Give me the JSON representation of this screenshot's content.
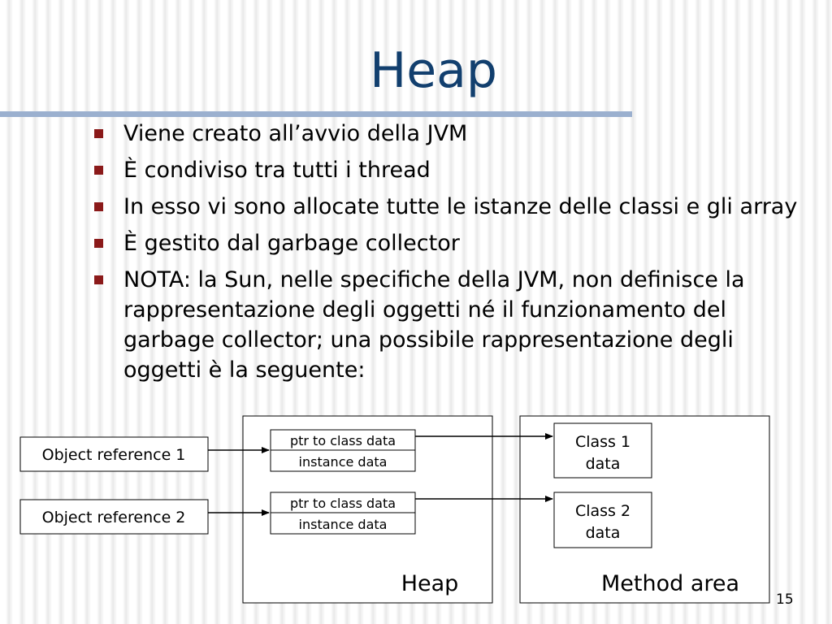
{
  "slide": {
    "title": "Heap",
    "page_number": "15"
  },
  "bullets": [
    "Viene creato all’avvio della JVM",
    "È condiviso tra tutti i thread",
    "In esso vi sono allocate tutte le istanze delle classi e gli array",
    "È gestito dal garbage collector",
    "NOTA: la Sun, nelle specifiche della JVM, non definisce la rappresentazione degli oggetti né il funzionamento del garbage collector; una possibile rappresentazione degli oggetti è la seguente:"
  ],
  "diagram": {
    "references": [
      "Object reference 1",
      "Object reference 2"
    ],
    "objects": [
      {
        "ptr_label": "ptr to class data",
        "instance_label": "instance data"
      },
      {
        "ptr_label": "ptr to class data",
        "instance_label": "instance data"
      }
    ],
    "classes": [
      {
        "line1": "Class 1",
        "line2": "data"
      },
      {
        "line1": "Class 2",
        "line2": "data"
      }
    ],
    "heap_label": "Heap",
    "method_area_label": "Method area"
  }
}
